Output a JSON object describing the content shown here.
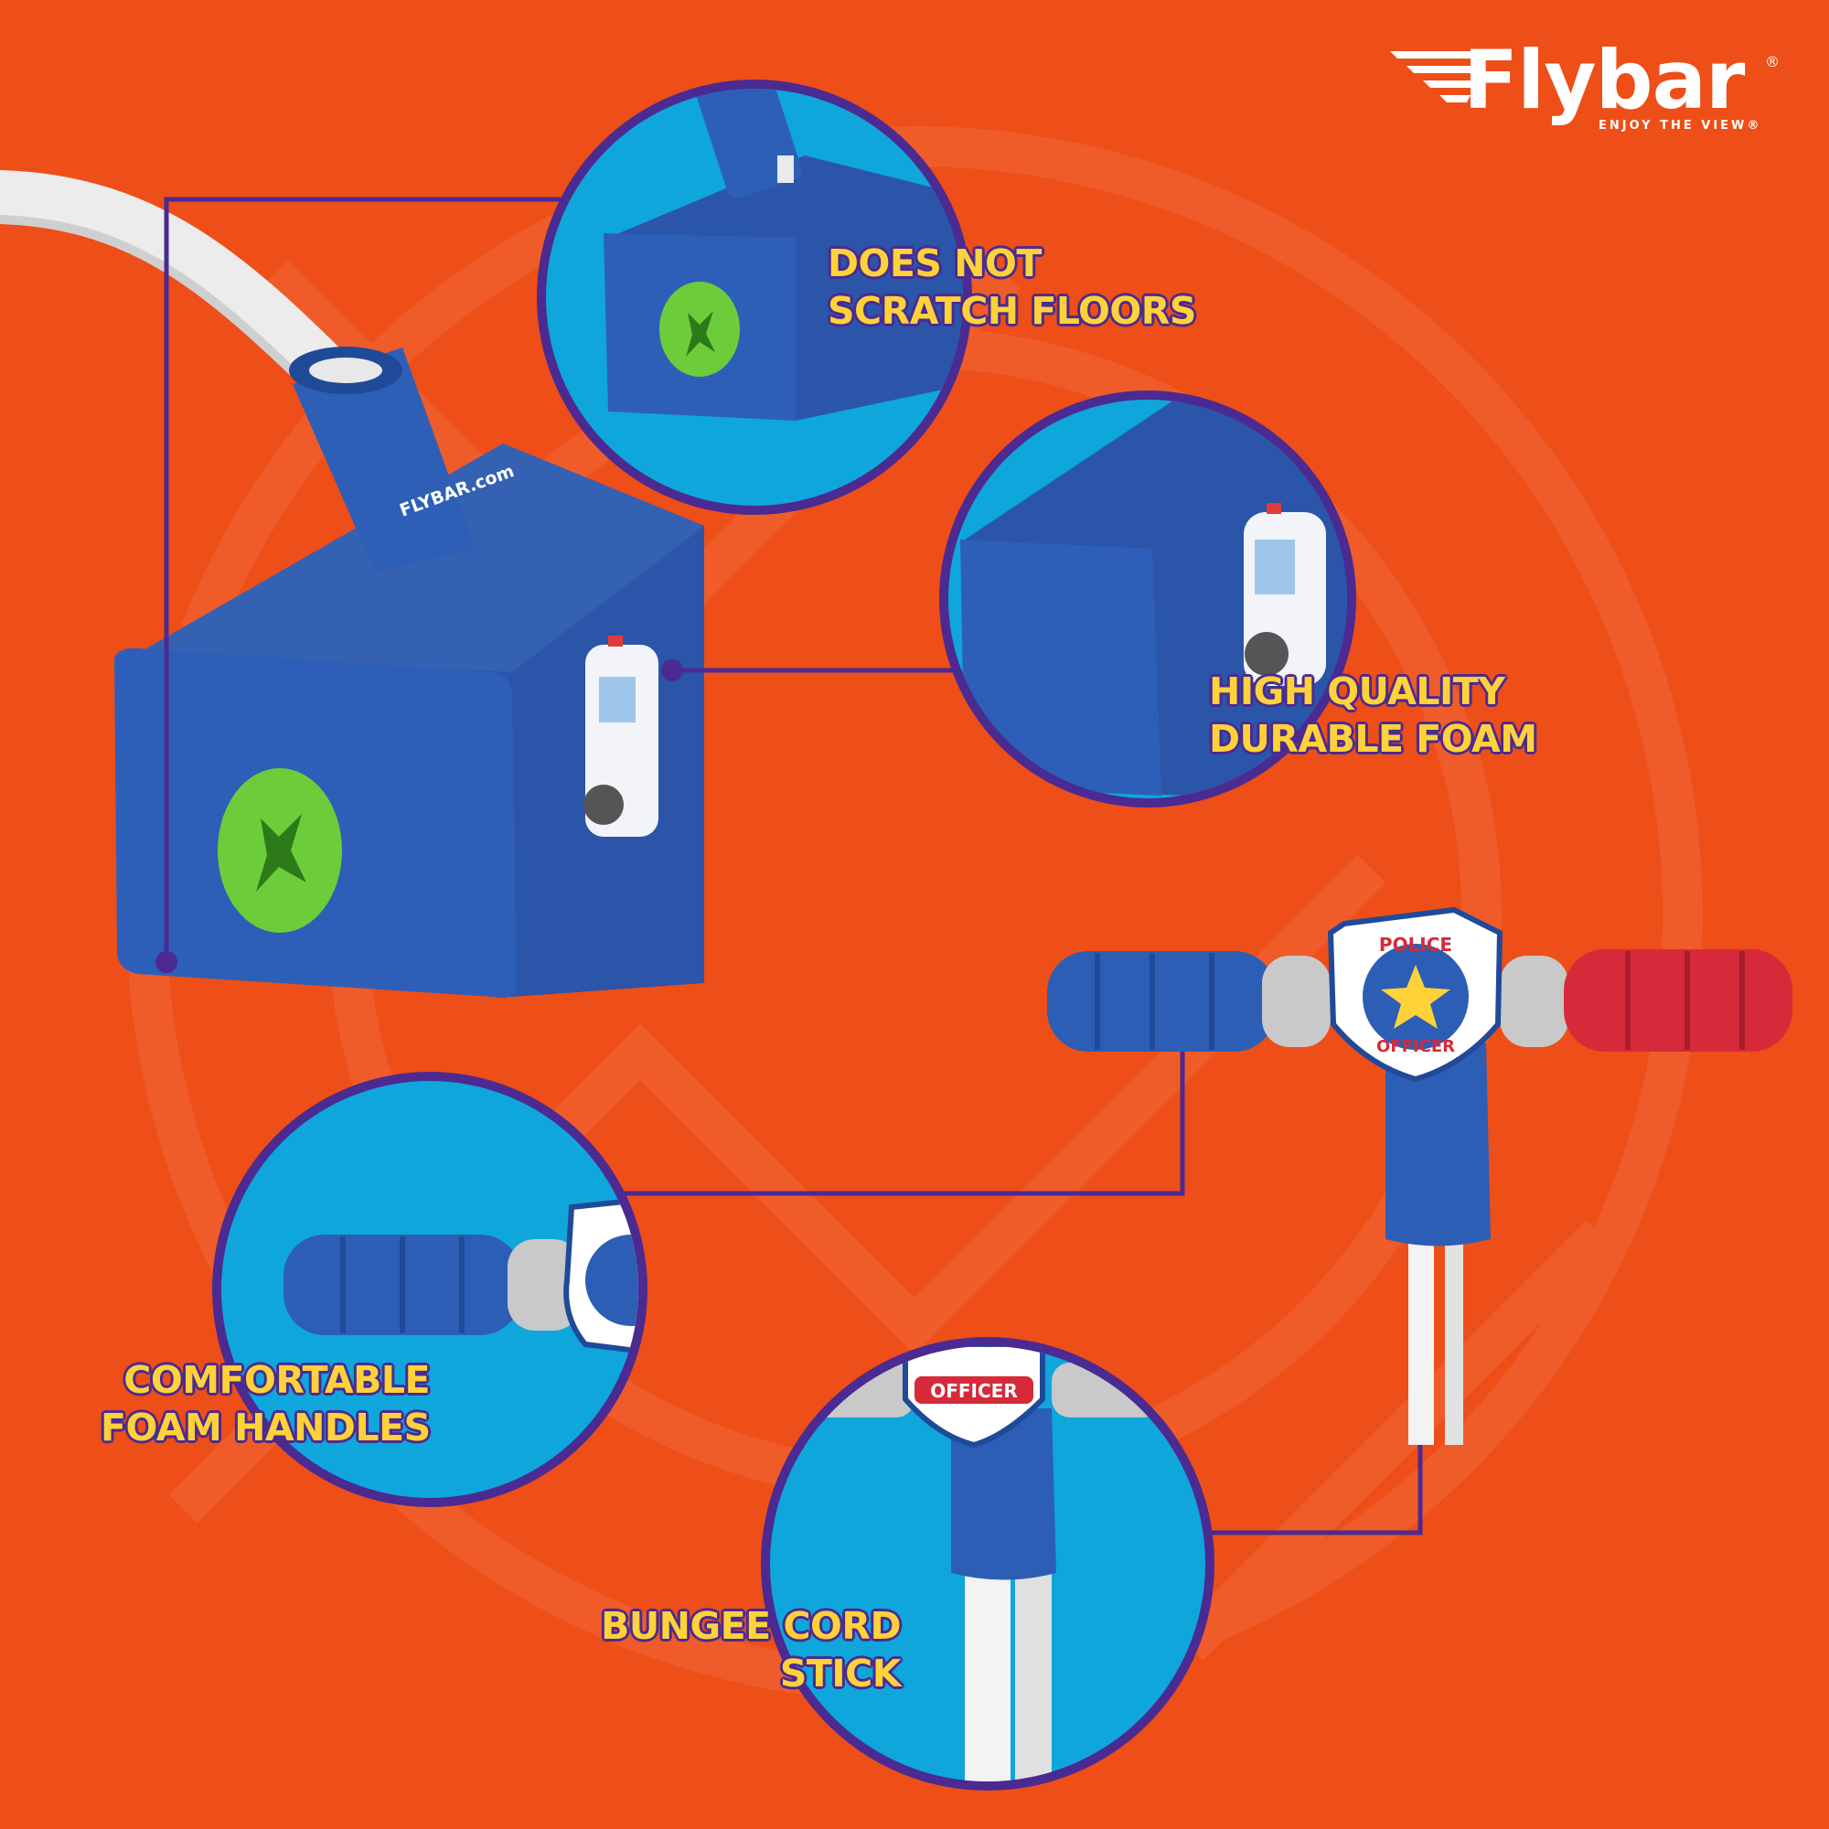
{
  "brand": {
    "name": "Flybar",
    "registered": "®",
    "tagline": "ENJOY THE VIEW®"
  },
  "colors": {
    "background": "#ee4e18",
    "circle_fill": "#0fa6dc",
    "circle_ring": "#4b2a91",
    "callout_text": "#ffd23a",
    "foam_blue": "#2b5bb0",
    "plug_green": "#6ccc3a",
    "handle_red": "#d62a3a",
    "handle_grey": "#c9c9c9"
  },
  "callouts": {
    "floors": {
      "line1": "DOES NOT",
      "line2": "SCRATCH FLOORS"
    },
    "foam": {
      "line1": "HIGH QUALITY",
      "line2": "DURABLE FOAM"
    },
    "handles": {
      "line1": "COMFORTABLE",
      "line2": "FOAM HANDLES"
    },
    "bungee": {
      "line1": "BUNGEE CORD",
      "line2": "STICK"
    }
  },
  "product": {
    "sleeve_print": "FLYBAR.com",
    "badge_top": "POLICE",
    "badge_bottom": "OFFICER",
    "icons": [
      "police-car-decal",
      "police-officer-badge",
      "flybar-wings-logo"
    ]
  }
}
